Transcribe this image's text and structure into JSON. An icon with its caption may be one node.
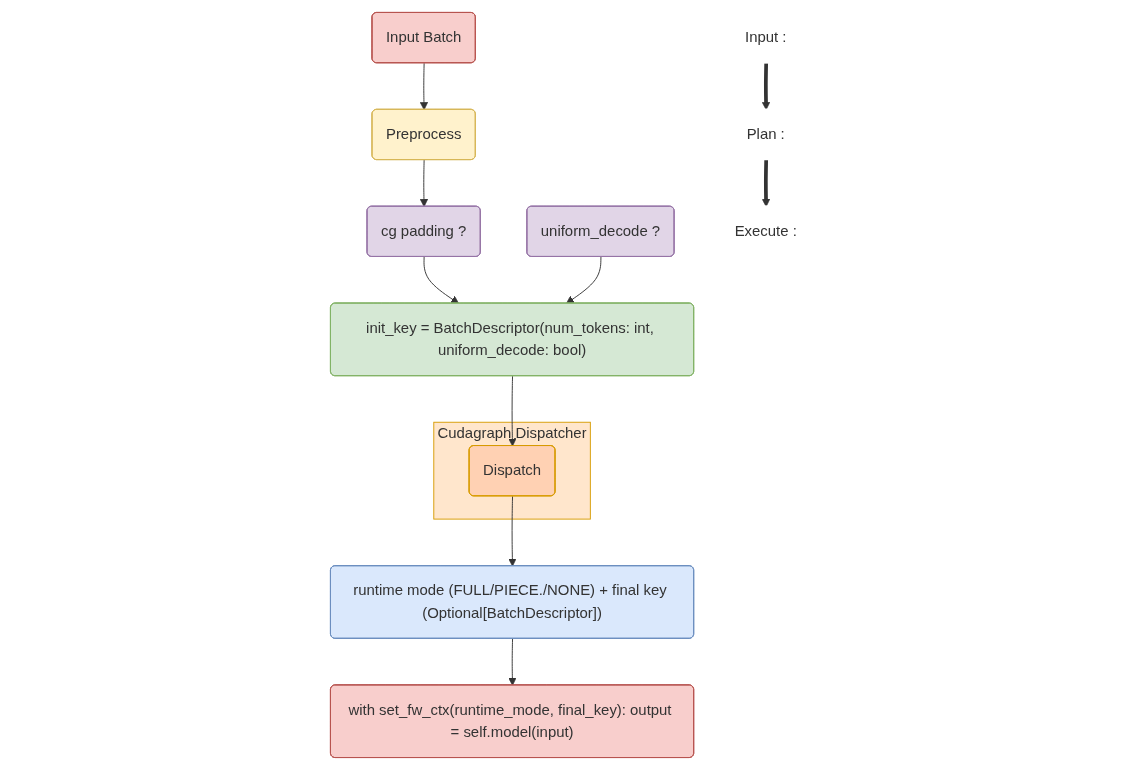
{
  "diagram": {
    "nodes": [
      {
        "text": [
          "Input Batch"
        ]
      },
      {
        "text": [
          "Preprocess"
        ]
      },
      {
        "text": [
          "cg padding ?"
        ]
      },
      {
        "text": [
          "uniform_decode ?"
        ]
      },
      {
        "text": [
          "init_key = BatchDescriptor(num_tokens: int, uniform_decode: bool)"
        ]
      },
      {
        "text": [
          "Cudagraph Dispatcher"
        ]
      },
      {
        "text": [
          "Dispatch"
        ],
        "in": 5
      },
      {
        "text": [
          "runtime mode (FULL/PIECE./NONE) + final key (Optional[BatchDescriptor])"
        ]
      },
      {
        "text": [
          "with set_fw_ctx(runtime_mode, final_key): output = self.model(input)"
        ]
      },
      {
        "text": [
          "Input :"
        ]
      },
      {
        "text": [
          "Plan :"
        ]
      },
      {
        "text": [
          "Execute :"
        ]
      }
    ],
    "edges": [
      {
        "from": 0,
        "to": 1,
        "arrow": "to"
      },
      {
        "from": 1,
        "to": 2,
        "arrow": "to"
      },
      {
        "from": 2,
        "to": 4,
        "arrow": "to"
      },
      {
        "from": 3,
        "to": 4,
        "arrow": "to"
      },
      {
        "from": 4,
        "to": 6,
        "arrow": "to"
      },
      {
        "from": 6,
        "to": 7,
        "arrow": "to"
      },
      {
        "from": 7,
        "to": 8,
        "arrow": "to"
      },
      {
        "from": 9,
        "to": 10,
        "arrow": "to",
        "style": "thick"
      },
      {
        "from": 10,
        "to": 11,
        "arrow": "to",
        "style": "thick"
      }
    ]
  }
}
